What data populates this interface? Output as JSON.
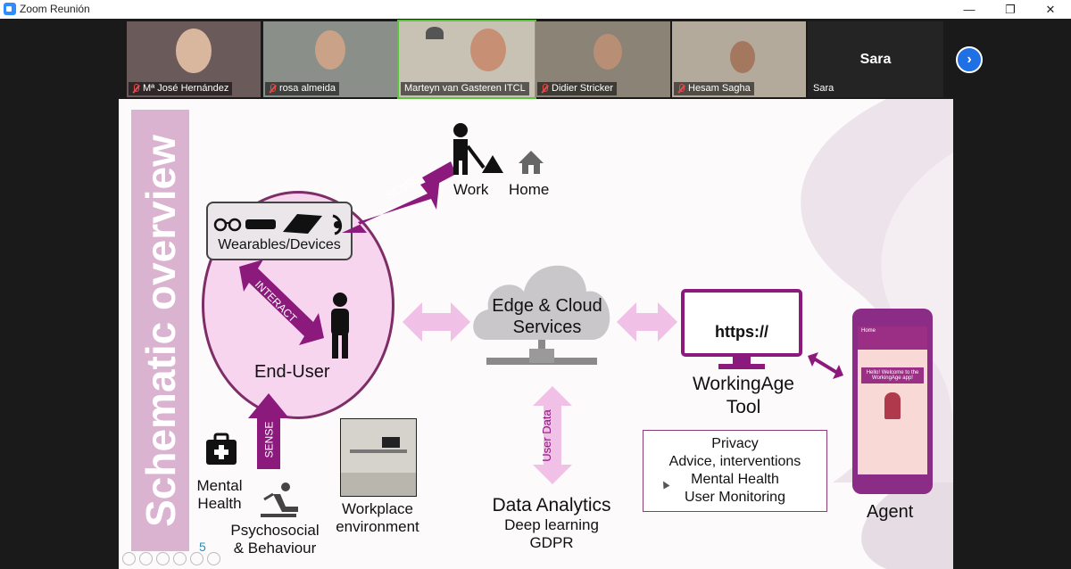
{
  "window": {
    "title": "Zoom Reunión"
  },
  "participants": [
    {
      "name": "Mª José Hernández"
    },
    {
      "name": "rosa almeida"
    },
    {
      "name": "Marteyn van Gasteren ITCL"
    },
    {
      "name": "Didier Stricker"
    },
    {
      "name": "Hesam Sagha"
    },
    {
      "name": "Sara",
      "center": "Sara"
    }
  ],
  "slide": {
    "sidebar_title": "Schematic overview",
    "page_number": "5",
    "sense_top": "SENSE",
    "sense_bottom": "SENSE",
    "interact": "INTERACT",
    "user_data": "User Data",
    "work": "Work",
    "home": "Home",
    "wearables": "Wearables/Devices",
    "end_user": "End-User",
    "edge_cloud_line1": "Edge & Cloud",
    "edge_cloud_line2": "Services",
    "https": "https://",
    "tool_line1": "WorkingAge",
    "tool_line2": "Tool",
    "services": [
      "Privacy",
      "Advice, interventions",
      "Mental Health",
      "User Monitoring"
    ],
    "agent": "Agent",
    "phone_home": "Home",
    "phone_welcome": "Hello! Welcome to the WorkingAge app!",
    "mental_health_line1": "Mental",
    "mental_health_line2": "Health",
    "psycho_line1": "Psychosocial",
    "psycho_line2": "& Behaviour",
    "workplace_line1": "Workplace",
    "workplace_line2": "environment",
    "analytics_title": "Data Analytics",
    "analytics_line1": "Deep learning",
    "analytics_line2": "GDPR"
  },
  "colors": {
    "accent_purple": "#8b1a7c",
    "arrow_pink": "#f0c0e6",
    "sidebar": "#d9b3cf",
    "zoom_blue": "#1f6fe5"
  }
}
